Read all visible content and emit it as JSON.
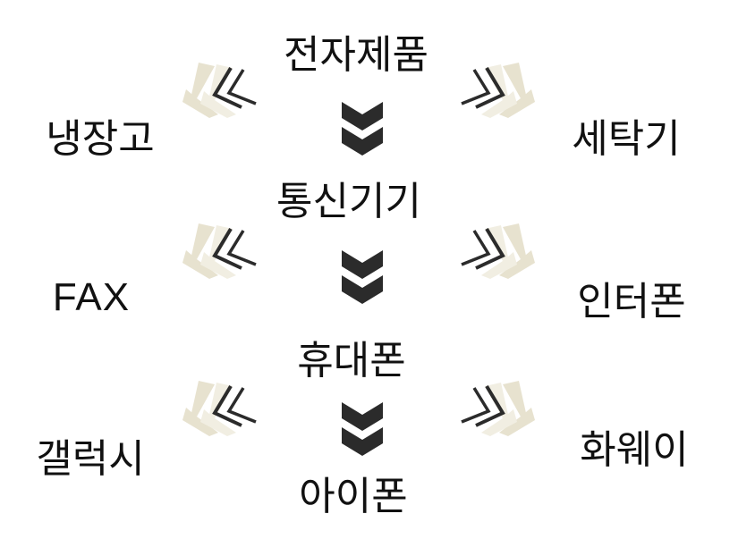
{
  "diagram": {
    "levels": [
      {
        "center": "전자제품",
        "left": "냉장고",
        "right": "세탁기"
      },
      {
        "center": "통신기기",
        "left": "FAX",
        "right": "인터폰"
      },
      {
        "center": "휴대폰",
        "left": "갤럭시",
        "right": "화웨이"
      }
    ],
    "final": "아이폰"
  },
  "colors": {
    "text": "#111111",
    "chevron_dark": "#2b2b2b",
    "chevron_beige": "#e7e2cf",
    "chevron_cream": "#f1eee2"
  }
}
